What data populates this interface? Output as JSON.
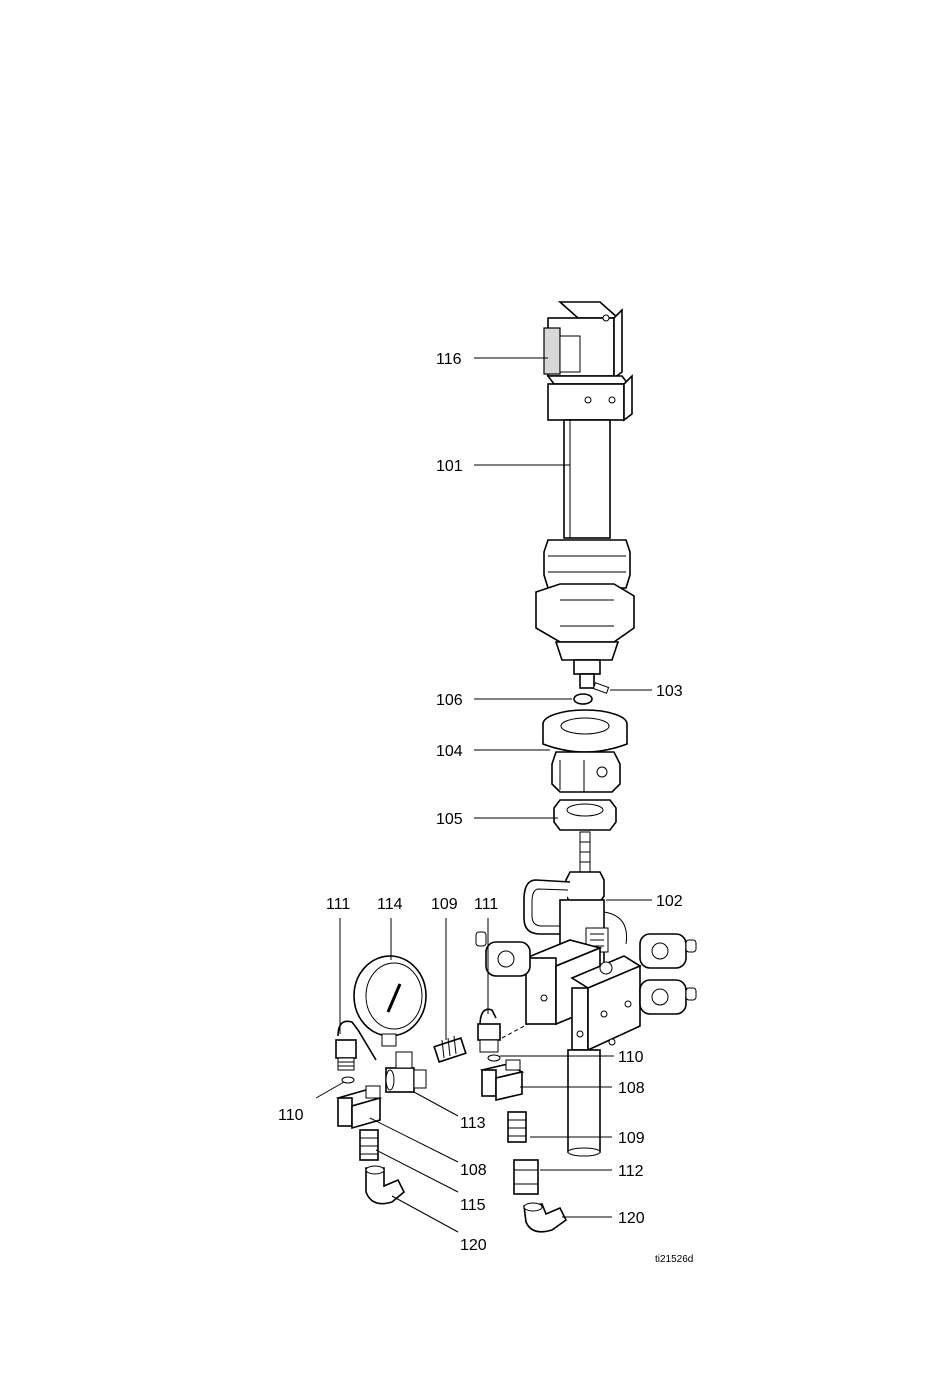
{
  "figure": {
    "reference_id": "ti21526d",
    "callouts": {
      "c116": "116",
      "c101": "101",
      "c103": "103",
      "c106": "106",
      "c104": "104",
      "c105": "105",
      "c102": "102",
      "c111a": "111",
      "c114": "114",
      "c109a": "109",
      "c111b": "111",
      "c110a": "110",
      "c108a": "108",
      "c110b": "110",
      "c113": "113",
      "c109b": "109",
      "c108b": "108",
      "c112": "112",
      "c115": "115",
      "c120a": "120",
      "c120b": "120"
    }
  }
}
